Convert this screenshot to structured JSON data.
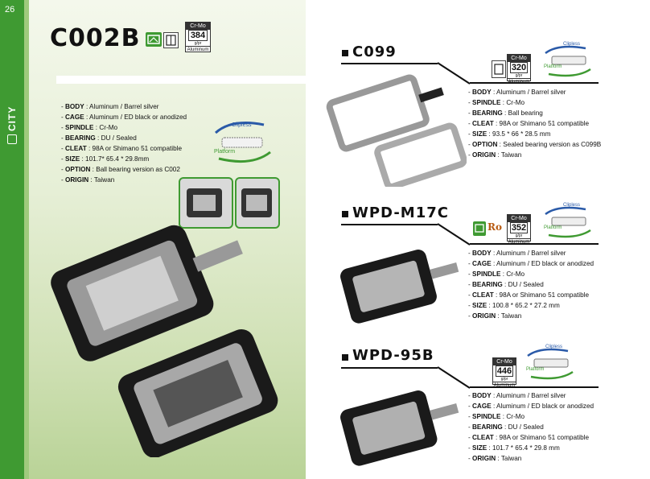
{
  "page": {
    "number": "26",
    "section": "CITY"
  },
  "badge_texts": {
    "cr_mo": "Cr-Mo",
    "unit": "g/pr",
    "material": "Aluminum",
    "ro": "Ro"
  },
  "diagram_labels": {
    "clipless": "Clipless",
    "platform": "Platform"
  },
  "products": [
    {
      "model": "C002B",
      "weight": "384",
      "specs": [
        {
          "label": "BODY",
          "value": "Aluminum / Barrel silver"
        },
        {
          "label": "CAGE",
          "value": "Aluminum / ED black or anodized"
        },
        {
          "label": "SPINDLE",
          "value": "Cr-Mo"
        },
        {
          "label": "BEARING",
          "value": "DU / Sealed"
        },
        {
          "label": "CLEAT",
          "value": "98A or Shimano 51 compatible"
        },
        {
          "label": "SIZE",
          "value": "101.7* 65.4 * 29.8mm"
        },
        {
          "label": "OPTION",
          "value": "Ball bearing version as C002"
        },
        {
          "label": "ORIGIN",
          "value": "Taiwan"
        }
      ]
    },
    {
      "model": "C099",
      "weight": "320",
      "specs": [
        {
          "label": "BODY",
          "value": "Aluminum / Barrel silver"
        },
        {
          "label": "SPINDLE",
          "value": "Cr-Mo"
        },
        {
          "label": "BEARING",
          "value": "Ball bearing"
        },
        {
          "label": "CLEAT",
          "value": "98A or Shimano 51 compatible"
        },
        {
          "label": "SIZE",
          "value": "93.5 * 66 * 28.5 mm"
        },
        {
          "label": "OPTION",
          "value": "Sealed bearing version as C099B"
        },
        {
          "label": "ORIGIN",
          "value": "Taiwan"
        }
      ]
    },
    {
      "model": "WPD-M17C",
      "weight": "352",
      "specs": [
        {
          "label": "BODY",
          "value": "Aluminum / Barrel silver"
        },
        {
          "label": "CAGE",
          "value": "Aluminum / ED black or anodized"
        },
        {
          "label": "SPINDLE",
          "value": "Cr-Mo"
        },
        {
          "label": "BEARING",
          "value": "DU / Sealed"
        },
        {
          "label": "CLEAT",
          "value": "98A or Shimano 51 compatible"
        },
        {
          "label": "SIZE",
          "value": "100.8 * 65.2 * 27.2 mm"
        },
        {
          "label": "ORIGIN",
          "value": "Taiwan"
        }
      ]
    },
    {
      "model": "WPD-95B",
      "weight": "446",
      "specs": [
        {
          "label": "BODY",
          "value": "Aluminum / Barrel silver"
        },
        {
          "label": "CAGE",
          "value": "Aluminum / ED black or anodized"
        },
        {
          "label": "SPINDLE",
          "value": "Cr-Mo"
        },
        {
          "label": "BEARING",
          "value": "DU / Sealed"
        },
        {
          "label": "CLEAT",
          "value": "98A or Shimano 51 compatible"
        },
        {
          "label": "SIZE",
          "value": "101.7 * 65.4 * 29.8 mm"
        },
        {
          "label": "ORIGIN",
          "value": "Taiwan"
        }
      ]
    }
  ]
}
